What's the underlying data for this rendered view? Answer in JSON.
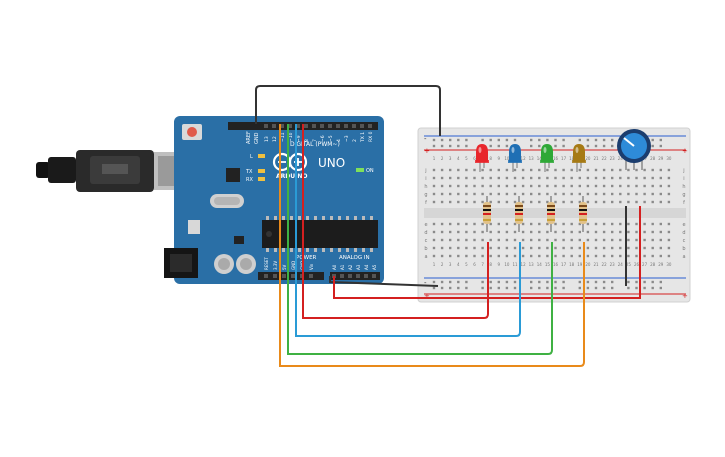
{
  "arduino": {
    "brand": "ARDUINO",
    "model": "UNO",
    "digital_header_label": "DIGITAL (PWM~)",
    "power_label": "POWER",
    "analog_label": "ANALOG IN",
    "on_label": "ON",
    "l_label": "L",
    "tx_label": "TX",
    "rx_label": "RX",
    "ioref_label": "IOREF",
    "aref_label": "AREF",
    "gnd_label": "GND",
    "digital_pins": [
      "13",
      "12",
      "~11",
      "~10",
      "~9",
      "8",
      "7",
      "~6",
      "~5",
      "4",
      "~3",
      "2",
      "TX 1",
      "RX 0"
    ],
    "power_pins": [
      "RESET",
      "3.3V",
      "5V",
      "GND",
      "GND",
      "Vin"
    ],
    "analog_pins": [
      "A0",
      "A1",
      "A2",
      "A3",
      "A4",
      "A5"
    ]
  },
  "breadboard": {
    "column_numbers": [
      "1",
      "2",
      "3",
      "4",
      "5",
      "6",
      "7",
      "8",
      "9",
      "10",
      "11",
      "12",
      "13",
      "14",
      "15",
      "16",
      "17",
      "18",
      "19",
      "20",
      "21",
      "22",
      "23",
      "24",
      "25",
      "26",
      "27",
      "28",
      "29",
      "30"
    ],
    "row_letters_top": [
      "j",
      "i",
      "h",
      "g",
      "f"
    ],
    "row_letters_bottom": [
      "e",
      "d",
      "c",
      "b",
      "a"
    ],
    "rail_plus": "+",
    "rail_minus": "-"
  },
  "components": {
    "leds": [
      {
        "name": "red-led",
        "color": "#e8262c"
      },
      {
        "name": "blue-led",
        "color": "#1f6fb4"
      },
      {
        "name": "green-led",
        "color": "#2ea836"
      },
      {
        "name": "yellow-led",
        "color": "#a67a15"
      }
    ],
    "potentiometer_color": "#2e8bd8"
  },
  "colors": {
    "board": "#2a6fa6",
    "wire_black": "#333333",
    "wire_red": "#d42020",
    "wire_blue": "#2a9bd6",
    "wire_green": "#3fb143",
    "wire_orange": "#e98a1a"
  }
}
